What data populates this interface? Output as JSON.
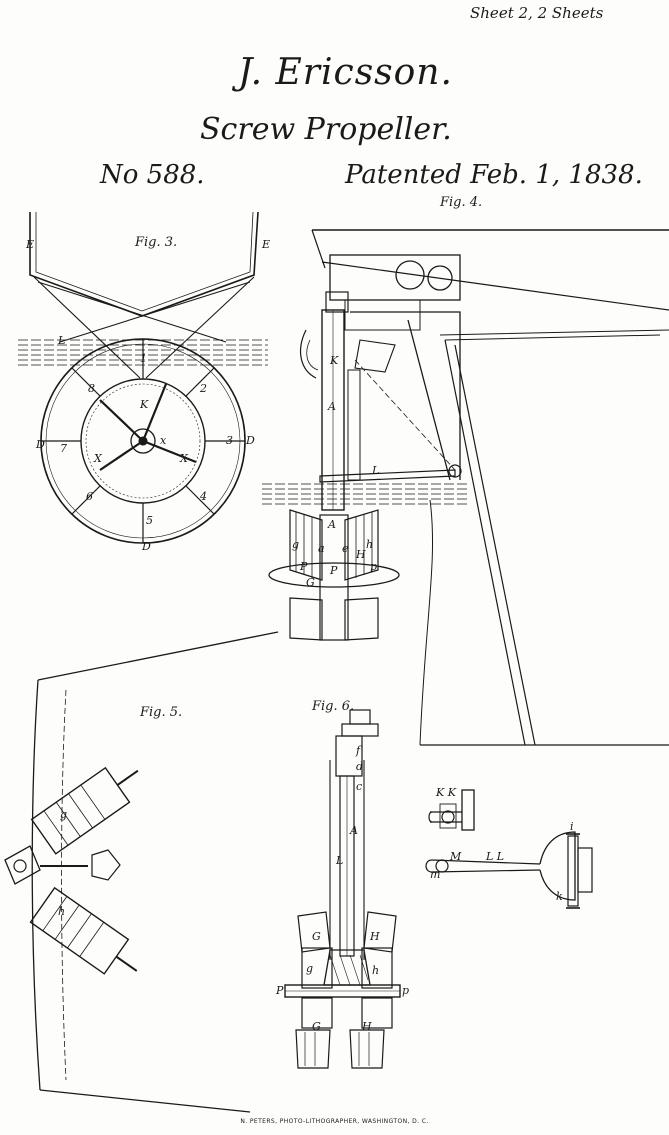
{
  "header": {
    "sheet": "Sheet 2, 2 Sheets",
    "inventor": "J. Ericsson.",
    "invention": "Screw Propeller.",
    "number": "No 588.",
    "patented": "Patented Feb. 1, 1838."
  },
  "figures": {
    "fig3": "Fig. 3.",
    "fig4": "Fig. 4.",
    "fig5": "Fig. 5.",
    "fig6": "Fig. 6."
  },
  "labels": {
    "E": "E",
    "K": "K",
    "L": "L",
    "X": "X",
    "D": "D",
    "x": "x",
    "A": "A",
    "a": "a",
    "e": "e",
    "g": "g",
    "h": "h",
    "P": "P",
    "G": "G",
    "H": "H",
    "p": "p",
    "f": "f",
    "d": "d",
    "c": "c",
    "k": "k",
    "i": "i",
    "KK": "K K",
    "LL": "L L",
    "M": "M",
    "m": "m",
    "s1": "1",
    "s2": "2",
    "s3": "3",
    "s4": "4",
    "s5": "5",
    "s6": "6",
    "s7": "7",
    "s8": "8"
  },
  "footer": {
    "engraver": "N. PETERS, PHOTO-LITHOGRAPHER, WASHINGTON, D. C."
  }
}
